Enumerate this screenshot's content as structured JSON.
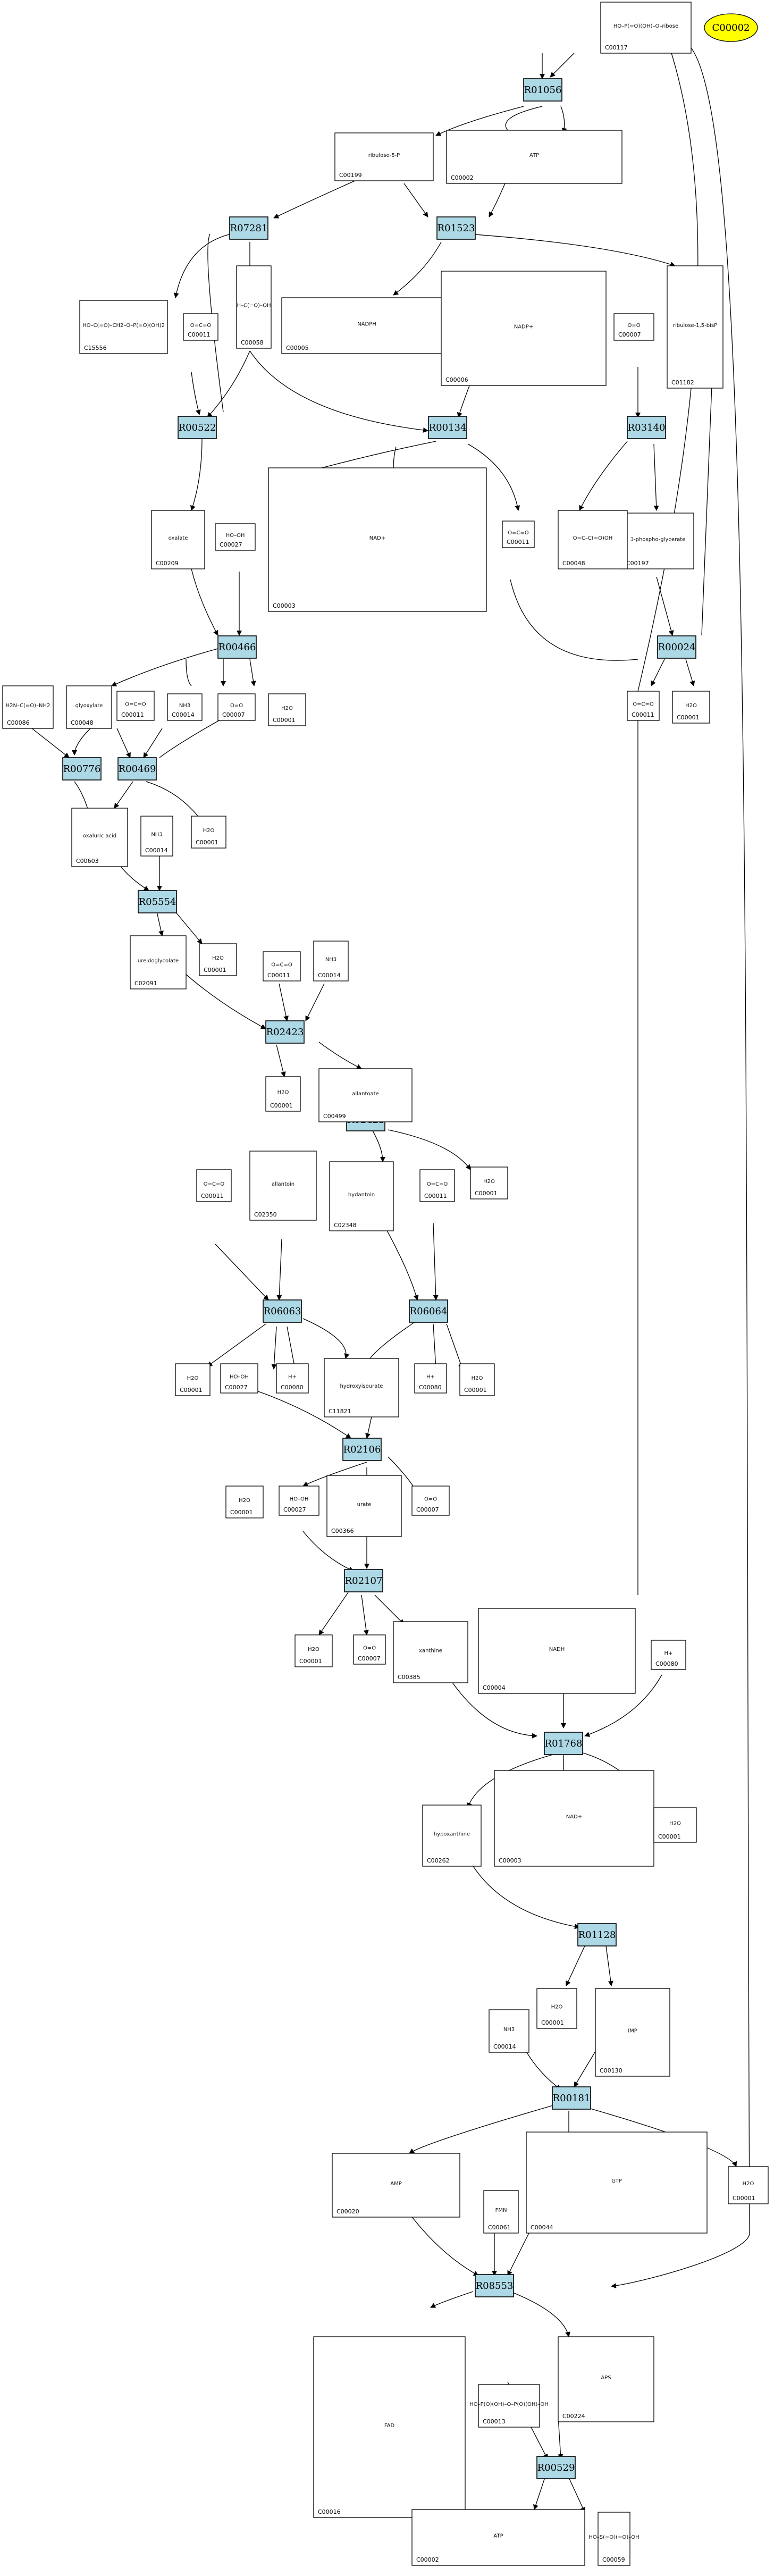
{
  "target": {
    "label": "C00002"
  },
  "reactions": [
    "R01056",
    "R07281",
    "R01523",
    "R00522",
    "R00134",
    "R03140",
    "R00466",
    "R00024",
    "R00776",
    "R00469",
    "R05554",
    "R02423",
    "R02425",
    "R06063",
    "R06064",
    "R02106",
    "R02107",
    "R01768",
    "R01128",
    "R00181",
    "R08553",
    "R00529"
  ],
  "compounds": {
    "c00117": {
      "id": "C00117",
      "struct": "HO–P(=O)(OH)–O–ribose"
    },
    "c00199": {
      "id": "C00199",
      "struct": "ribulose-5-P"
    },
    "c00002a": {
      "id": "C00002",
      "struct": "ATP"
    },
    "c15556": {
      "id": "C15556",
      "struct": "HO–C(=O)–CH2–O–P(=O)(OH)2"
    },
    "c00011a": {
      "id": "C00011",
      "struct": "O=C=O"
    },
    "c00058": {
      "id": "C00058",
      "struct": "H–C(=O)–OH"
    },
    "c00005": {
      "id": "C00005",
      "struct": "NADPH"
    },
    "c00006": {
      "id": "C00006",
      "struct": "NADP+"
    },
    "c00007a": {
      "id": "C00007",
      "struct": "O=O"
    },
    "c01182": {
      "id": "C01182",
      "struct": "ribulose-1,5-bisP"
    },
    "c00003": {
      "id": "C00003",
      "struct": "NAD+"
    },
    "c00209": {
      "id": "C00209",
      "struct": "oxalate"
    },
    "c00027a": {
      "id": "C00027",
      "struct": "HO–OH"
    },
    "c00011b": {
      "id": "C00011",
      "struct": "O=C=O"
    },
    "c00048": {
      "id": "C00048",
      "struct": "glyoxylate"
    },
    "c00197": {
      "id": "C00197",
      "struct": "3-phospho-glycerate"
    },
    "c00086": {
      "id": "C00086",
      "struct": "H2N–C(=O)–NH2"
    },
    "c00048b": {
      "id": "C00048",
      "struct": "O=C–C(=O)OH"
    },
    "c00011c": {
      "id": "C00011",
      "struct": "O=C=O"
    },
    "c00014a": {
      "id": "C00014",
      "struct": "NH3"
    },
    "c00007b": {
      "id": "C00007",
      "struct": "O=O"
    },
    "c00001a": {
      "id": "C00001",
      "struct": "H2O"
    },
    "c00011d": {
      "id": "C00011",
      "struct": "O=C=O"
    },
    "c00001b": {
      "id": "C00001",
      "struct": "H2O"
    },
    "c00603": {
      "id": "C00603",
      "struct": "oxaluric acid"
    },
    "c00014b": {
      "id": "C00014",
      "struct": "NH3"
    },
    "c00001c": {
      "id": "C00001",
      "struct": "H2O"
    },
    "c02091": {
      "id": "C02091",
      "struct": "ureidoglycolate"
    },
    "c00001d": {
      "id": "C00001",
      "struct": "H2O"
    },
    "c00011e": {
      "id": "C00011",
      "struct": "O=C=O"
    },
    "c00014c": {
      "id": "C00014",
      "struct": "NH3"
    },
    "c00001e": {
      "id": "C00001",
      "struct": "H2O"
    },
    "c00499": {
      "id": "C00499",
      "struct": "allantoate"
    },
    "c02350": {
      "id": "C02350",
      "struct": "allantoin"
    },
    "c00001f": {
      "id": "C00001",
      "struct": "H2O"
    },
    "c00011f": {
      "id": "C00011",
      "struct": "O=C=O"
    },
    "c02348": {
      "id": "C02348",
      "struct": "hydantoin"
    },
    "c00011g": {
      "id": "C00011",
      "struct": "O=C=O"
    },
    "c00001g": {
      "id": "C00001",
      "struct": "H2O"
    },
    "c00027b": {
      "id": "C00027",
      "struct": "HO–OH"
    },
    "c00080a": {
      "id": "C00080",
      "struct": "H+"
    },
    "c11821": {
      "id": "C11821",
      "struct": "hydroxyisourate"
    },
    "c00080b": {
      "id": "C00080",
      "struct": "H+"
    },
    "c00001h": {
      "id": "C00001",
      "struct": "H2O"
    },
    "c00001i": {
      "id": "C00001",
      "struct": "H2O"
    },
    "c00027c": {
      "id": "C00027",
      "struct": "HO–OH"
    },
    "c00366": {
      "id": "C00366",
      "struct": "urate"
    },
    "c00007c": {
      "id": "C00007",
      "struct": "O=O"
    },
    "c00004": {
      "id": "C00004",
      "struct": "NADH"
    },
    "c00080c": {
      "id": "C00080",
      "struct": "H+"
    },
    "c00001j": {
      "id": "C00001",
      "struct": "H2O"
    },
    "c00007d": {
      "id": "C00007",
      "struct": "O=O"
    },
    "c00385": {
      "id": "C00385",
      "struct": "xanthine"
    },
    "c00262": {
      "id": "C00262",
      "struct": "hypoxanthine"
    },
    "c00003b": {
      "id": "C00003",
      "struct": "NAD+"
    },
    "c00001k": {
      "id": "C00001",
      "struct": "H2O"
    },
    "c00014d": {
      "id": "C00014",
      "struct": "NH3"
    },
    "c00001l": {
      "id": "C00001",
      "struct": "H2O"
    },
    "c00130": {
      "id": "C00130",
      "struct": "IMP"
    },
    "c00020": {
      "id": "C00020",
      "struct": "AMP"
    },
    "c00044": {
      "id": "C00044",
      "struct": "GTP"
    },
    "c00001m": {
      "id": "C00001",
      "struct": "H2O"
    },
    "c00016": {
      "id": "C00016",
      "struct": "FAD"
    },
    "c00061": {
      "id": "C00061",
      "struct": "FMN"
    },
    "c00013": {
      "id": "C00013",
      "struct": "HO–P(O)(OH)–O–P(O)(OH)–OH"
    },
    "c00224": {
      "id": "C00224",
      "struct": "APS"
    },
    "c00002b": {
      "id": "C00002",
      "struct": "ATP"
    },
    "c00059": {
      "id": "C00059",
      "struct": "HO–S(=O)(=O)–OH"
    }
  }
}
